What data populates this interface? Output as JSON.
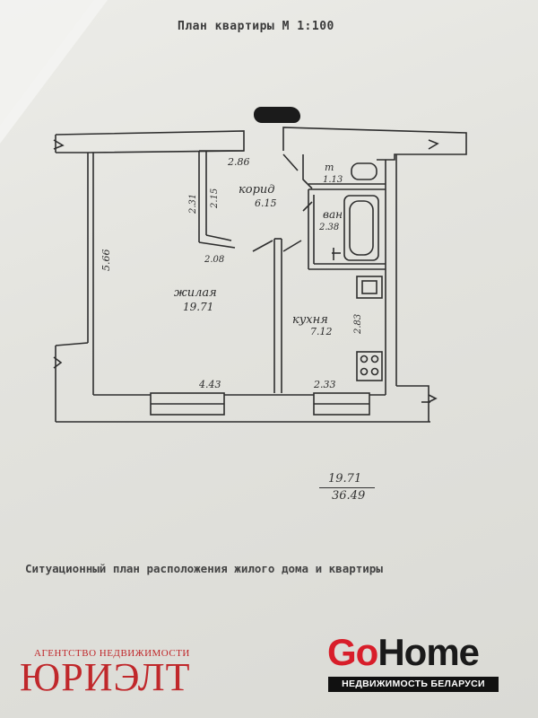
{
  "header": {
    "title": "План квартиры   М 1:100"
  },
  "rooms": {
    "corridor": {
      "name": "корид",
      "area": "6.15"
    },
    "toilet": {
      "name": "т",
      "area": "1.13"
    },
    "bath": {
      "name": "ван",
      "area": "2.38"
    },
    "living": {
      "name": "жилая",
      "area": "19.71"
    },
    "kitchen": {
      "name": "кухня",
      "area": "7.12"
    }
  },
  "dimensions": {
    "d_286": "2.86",
    "d_231": "2.31",
    "d_215": "2.15",
    "d_208": "2.08",
    "d_566": "5.66",
    "d_443": "4.43",
    "d_233": "2.33",
    "d_283": "2.83"
  },
  "totals": {
    "living": "19.71",
    "total": "36.49"
  },
  "footer": {
    "caption": "Ситуационный план расположения жилого дома и квартиры"
  },
  "branding": {
    "agency_top": "АГЕНТСТВО НЕДВИЖИМОСТИ",
    "agency_name": "ЮРИЭЛТ",
    "logo_go": "Go",
    "logo_home": "Home",
    "logo_sub": "НЕДВИЖИМОСТЬ БЕЛАРУСИ",
    "agency_color": "#c0282b",
    "logo_red": "#d81e2a"
  }
}
